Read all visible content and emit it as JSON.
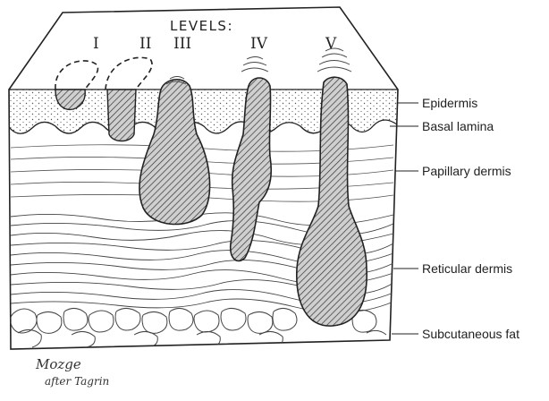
{
  "figure": {
    "title": "LEVELS:",
    "levels": [
      "I",
      "II",
      "III",
      "IV",
      "V"
    ],
    "layers": [
      "Epidermis",
      "Basal lamina",
      "Papillary dermis",
      "Reticular dermis",
      "Subcutaneous fat"
    ],
    "signature": [
      "Mozge",
      "after Tagrin"
    ],
    "colors": {
      "ink": "#222222",
      "background": "#ffffff"
    }
  }
}
